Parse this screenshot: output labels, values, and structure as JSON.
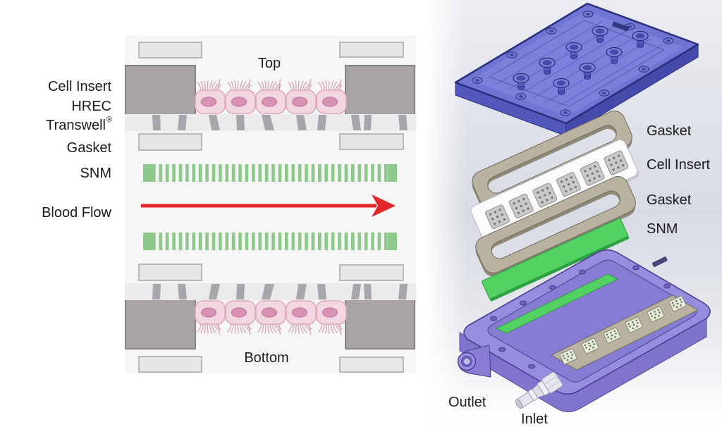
{
  "figure": {
    "left_schematic": {
      "top_label": "Top",
      "bottom_label": "Bottom",
      "side_labels": {
        "cell_insert": "Cell Insert",
        "hrec": "HREC",
        "transwell": "Transwell",
        "transwell_mark": "®",
        "gasket": "Gasket",
        "snm": "SNM",
        "blood_flow": "Blood Flow"
      }
    },
    "right_exploded_view": {
      "labels": {
        "gasket_upper": "Gasket",
        "cell_insert": "Cell Insert",
        "gasket_lower": "Gasket",
        "snm": "SNM",
        "outlet": "Outlet",
        "inlet": "Inlet"
      }
    }
  },
  "colors": {
    "snm_green_schematic": "#8cc98a",
    "snm_green_3d": "#53d162",
    "blood_flow_red": "#e3262a",
    "top_plate_blue": "#6f75d3",
    "base_purple": "#978ddf",
    "gasket_tan": "#bab2a0",
    "cell_pink": "#f2d7e0",
    "nucleus_pink": "#d892b4",
    "block_gray": "#a7a3a6"
  }
}
